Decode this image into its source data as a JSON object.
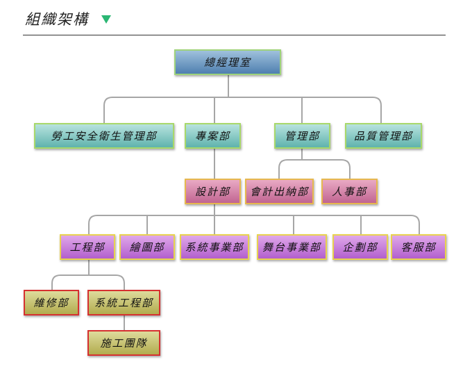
{
  "header": {
    "title": "組織架構",
    "arrow_icon": "triangle-down-icon",
    "arrow_color": "#2bb673"
  },
  "org_chart": {
    "root": "總經理室",
    "level1": {
      "safety": "勞工安全衛生管理部",
      "project": "專案部",
      "management": "管理部",
      "quality": "品質管理部"
    },
    "management_children": {
      "accounting": "會計出納部",
      "hr": "人事部"
    },
    "project_children": {
      "design": "設計部"
    },
    "design_children": {
      "engineering": "工程部",
      "drafting": "繪圖部",
      "systems_business": "系統事業部",
      "stage_business": "舞台事業部",
      "planning": "企劃部",
      "customer_service": "客服部"
    },
    "engineering_children": {
      "maintenance": "維修部",
      "systems_engineering": "系統工程部"
    },
    "systems_engineering_children": {
      "construction_team": "施工團隊"
    }
  }
}
